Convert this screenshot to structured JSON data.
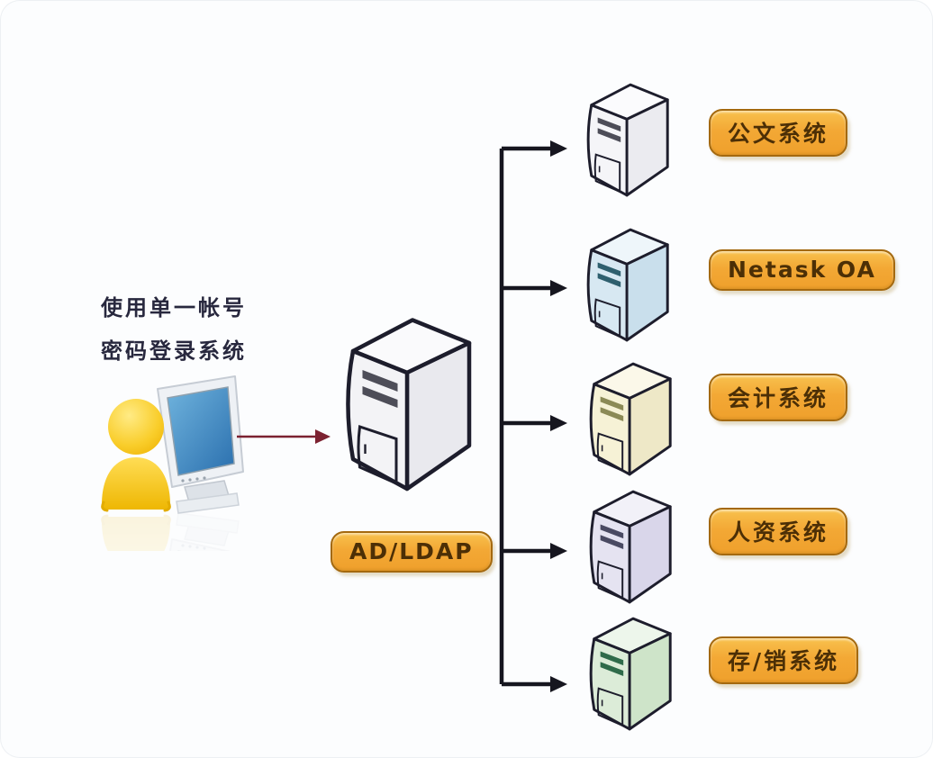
{
  "user": {
    "caption": {
      "line1": "使用单一帐号",
      "line2": "密码登录系统"
    },
    "icon": "user-with-monitor-icon"
  },
  "identity": {
    "label": "AD/LDAP",
    "icon": "server-tower-icon",
    "colors": {
      "top": "#fafafc",
      "side": "#e9e9ee",
      "front": "#f3f3f6",
      "slot": "#4d4d58"
    }
  },
  "systems": [
    {
      "label": "公文系统",
      "colors": {
        "top": "#fbfbfd",
        "side": "#ebebf0",
        "front": "#f5f5f8",
        "slot": "#4d4d58"
      }
    },
    {
      "label": "Netask OA",
      "colors": {
        "top": "#eef6fa",
        "side": "#c9dfec",
        "front": "#d7e8f2",
        "slot": "#2e5f6e"
      }
    },
    {
      "label": "会计系统",
      "colors": {
        "top": "#fbf8e9",
        "side": "#eee8c7",
        "front": "#f6f2d6",
        "slot": "#8b8a56"
      }
    },
    {
      "label": "人资系统",
      "colors": {
        "top": "#f2f1f8",
        "side": "#d9d6ea",
        "front": "#e5e3f1",
        "slot": "#4a4a62"
      }
    },
    {
      "label": "存/销系统",
      "colors": {
        "top": "#edf6eb",
        "side": "#cee4c9",
        "front": "#dcecd8",
        "slot": "#2f6b4a"
      }
    }
  ],
  "colors": {
    "label_bg": "#f3a835",
    "label_border": "#a4690f",
    "label_text": "#4c2f06",
    "connector": "#16161f",
    "user_arrow": "#7c2231",
    "outline": "#1d1d2c",
    "person_yellow": "#f4bc05",
    "monitor_blue": "#3c83bd"
  }
}
